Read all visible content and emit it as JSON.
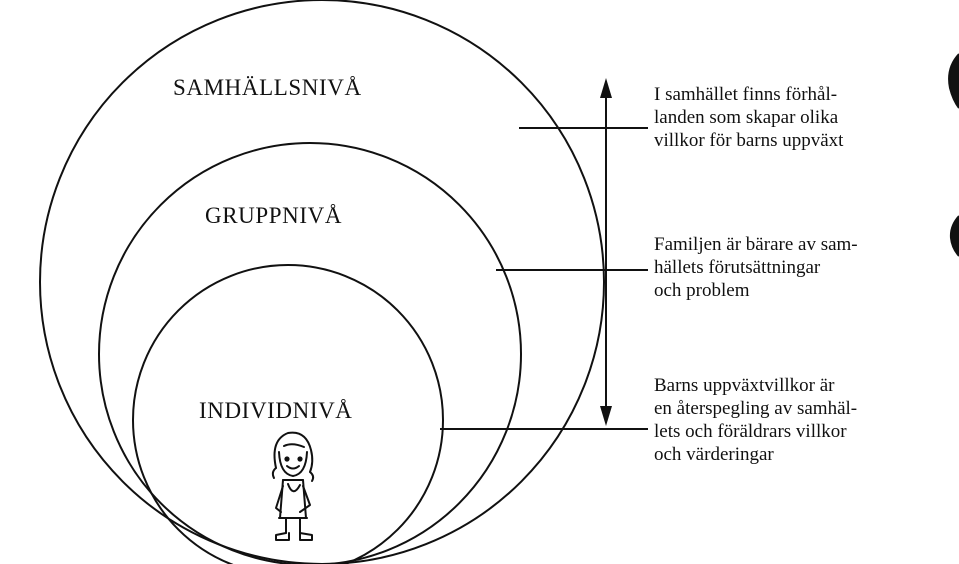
{
  "levels": {
    "society": "SAMHÄLLSNIVÅ",
    "group": "GRUPPNIVÅ",
    "individual": "INDIVIDNIVÅ"
  },
  "descriptions": {
    "society": [
      "I samhället finns förhål-",
      "landen som skapar olika",
      "villkor för barns uppväxt"
    ],
    "group": [
      "Familjen är bärare av sam-",
      "hällets förutsättningar",
      "och problem"
    ],
    "individual": [
      "Barns uppväxtvillkor är",
      "en återspegling av samhäl-",
      "lets och föräldrars villkor",
      "och värderingar"
    ]
  },
  "colors": {
    "ink": "#111111",
    "background": "#ffffff"
  },
  "icons": {
    "figure": "child-figure-icon"
  }
}
